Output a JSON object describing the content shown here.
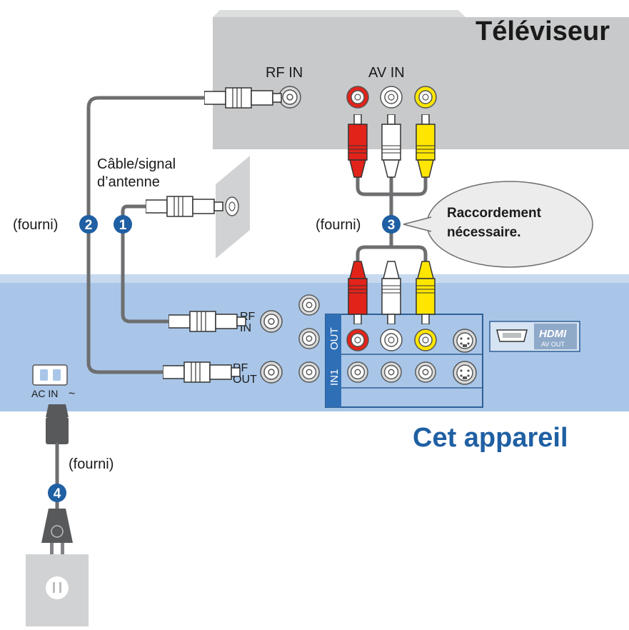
{
  "tv": {
    "title": "Téléviseur",
    "rf_in_label": "RF IN",
    "av_in_label": "AV IN"
  },
  "device": {
    "title": "Cet appareil",
    "ac_in_label": "AC IN",
    "rf_label": "RF",
    "in_label": "IN",
    "out_label": "OUT",
    "out_vertical": "OUT",
    "in1_vertical": "IN1",
    "hdmi_logo": "HDMI",
    "hdmi_sub": "AV OUT"
  },
  "antenna": {
    "label_line1": "Câble/signal",
    "label_line2": "d’antenne"
  },
  "cables": {
    "supplied": "(fourni)",
    "numbers": [
      "1",
      "2",
      "3",
      "4"
    ]
  },
  "callout": {
    "line1": "Raccordement",
    "line2": "nécessaire."
  },
  "colors": {
    "tv_panel": "#c8c9ca",
    "device_panel": "#a9c6e8",
    "badge": "#1f5fa3",
    "rca_red": "#e2231a",
    "rca_white": "#ffffff",
    "rca_yellow": "#ffe600"
  }
}
